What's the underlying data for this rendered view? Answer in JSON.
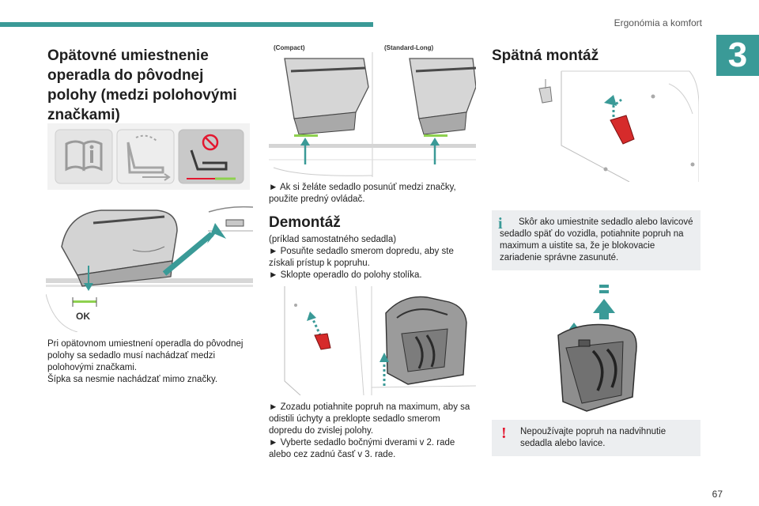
{
  "header": {
    "section": "Ergonómia a komfort",
    "chapter": "3",
    "page": "67"
  },
  "col1": {
    "title": "Opätovné umiestnenie operadla do pôvodnej polohy (medzi polohovými značkami)",
    "fig2_label": "OK",
    "para1": "Pri opätovnom umiestnení operadla do pôvodnej polohy sa sedadlo musí nachádzať medzi polohovými značkami.",
    "para2": "Šípka sa nesmie nachádzať mimo značky."
  },
  "col2": {
    "label_compact": "(Compact)",
    "label_standard": "(Standard-Long)",
    "step_move": "► Ak si želáte sedadlo posunúť medzi značky, použite predný ovládač.",
    "title": "Demontáž",
    "dem_line1": "(príklad samostatného sedadla)",
    "dem_line2": "► Posuňte sedadlo smerom dopredu, aby ste získali prístup k popruhu.",
    "dem_line3": "► Sklopte operadlo do polohy stolíka.",
    "dem_line4": "► Zozadu potiahnite popruh na maximum, aby sa odistili úchyty a preklopte sedadlo smerom dopredu do zvislej polohy.",
    "dem_line5": "► Vyberte sedadlo bočnými dverami v 2. rade alebo cez zadnú časť v 3. rade."
  },
  "col3": {
    "title": "Spätná montáž",
    "info_mark": "i",
    "info_text": "Skôr ako umiestnite sedadlo alebo lavicové sedadlo späť do vozidla, potiahnite popruh na maximum a uistite sa, že je blokovacie zariadenie správne zasunuté.",
    "warn_mark": "!",
    "warn_text": "Nepoužívajte popruh na nadvihnutie sedadla alebo lavice."
  },
  "colors": {
    "accent": "#3a9a97",
    "warning": "#e3172f",
    "handle": "#d62b2b",
    "mark_green": "#8ed14f"
  }
}
